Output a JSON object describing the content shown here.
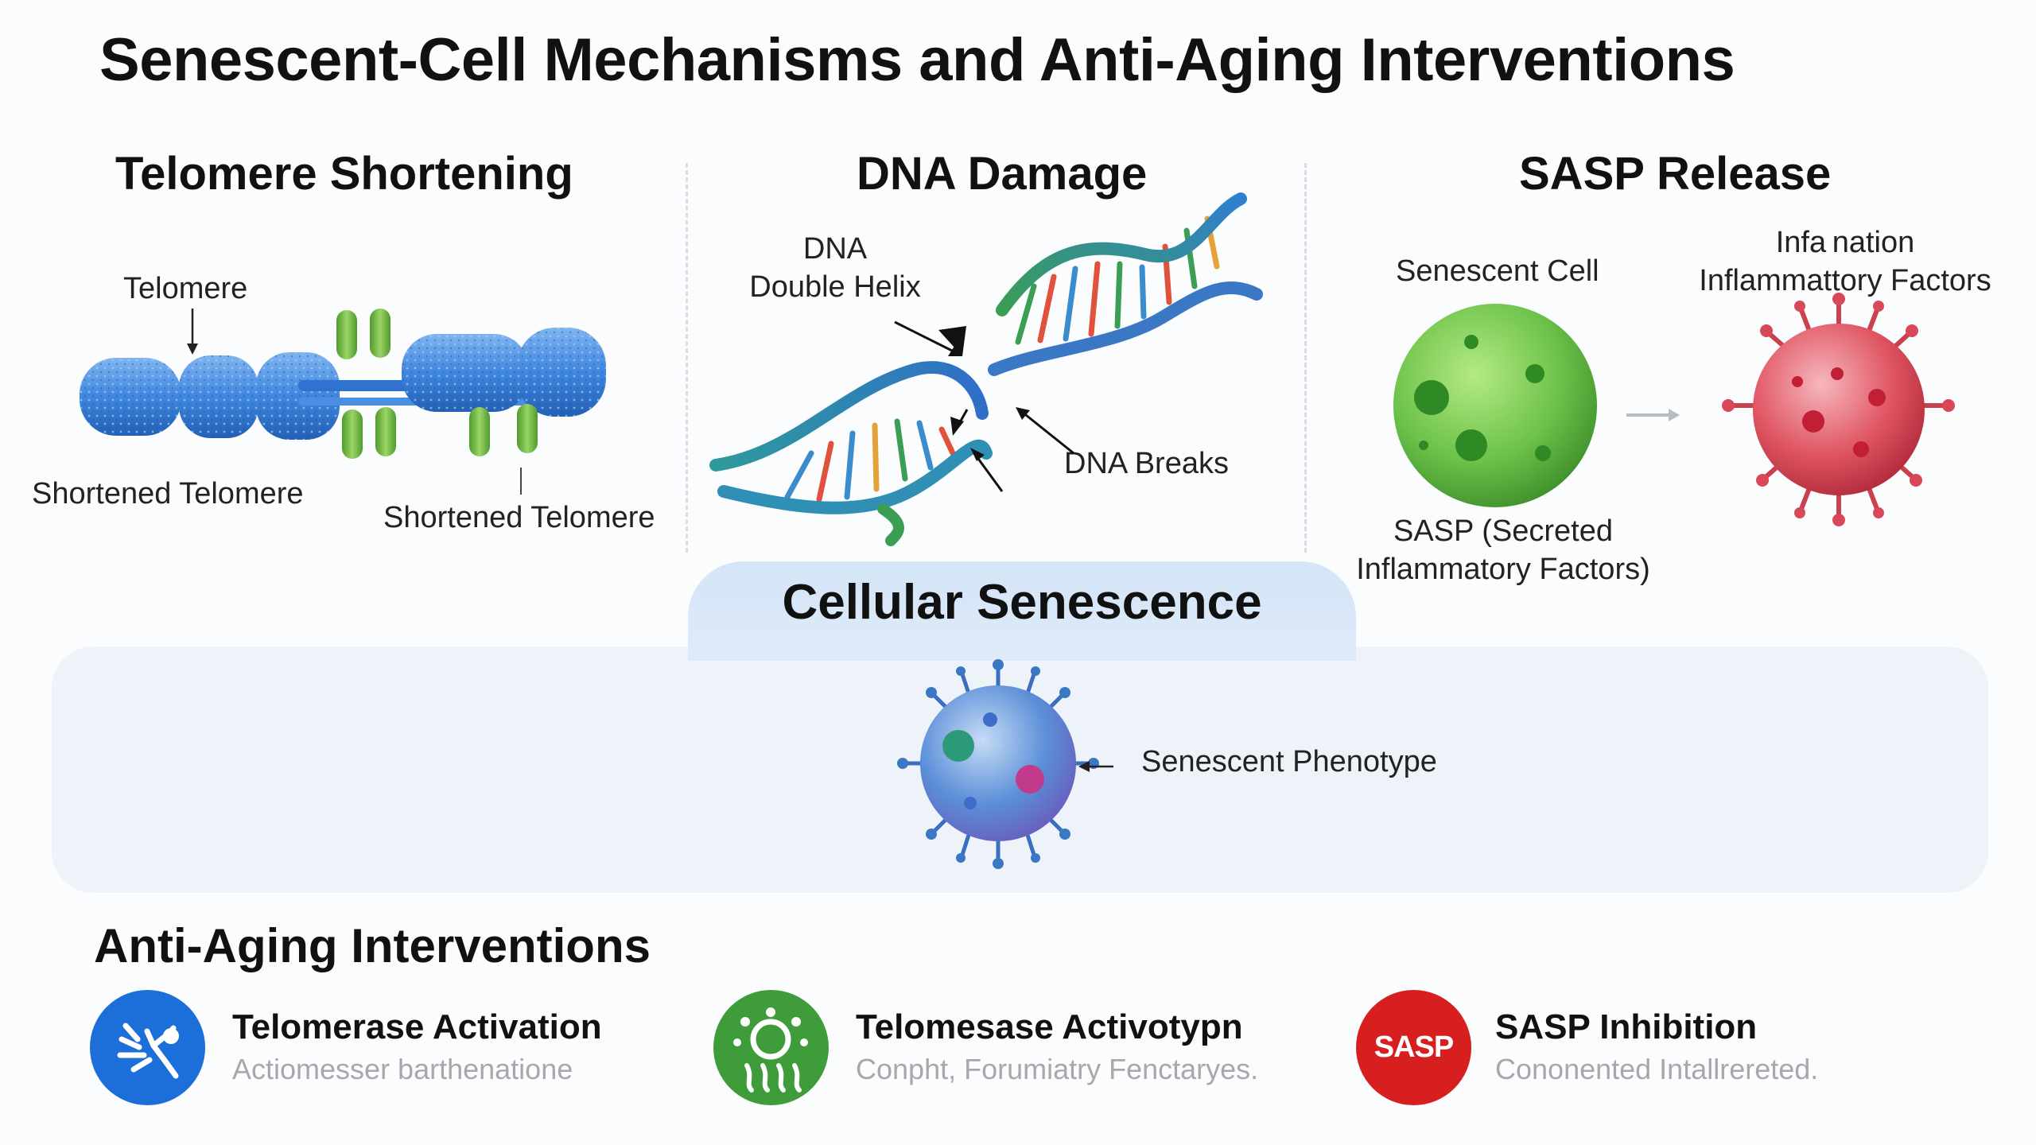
{
  "title": "Senescent-Cell Mechanisms and Anti-Aging Interventions",
  "sections": {
    "telomere": {
      "title": "Telomere Shortening",
      "label_telomere": "Telomere",
      "label_left": "Shortened Telomere",
      "label_right": "Shortened Telomere"
    },
    "dna": {
      "title": "DNA Damage",
      "label_helix_line1": "DNA",
      "label_helix_line2": "Double Helix",
      "label_breaks": "DNA Breaks"
    },
    "sasp": {
      "title": "SASP Release",
      "label_cell": "Senescent Cell",
      "label_factors_line1": "Infa nation",
      "label_factors_line2": "Inflammattory Factors",
      "label_sasp_line1": "SASP (Secreted",
      "label_sasp_line2": "Inflammatory Factors)"
    }
  },
  "senescence": {
    "title": "Cellular Senescence",
    "label_phenotype": "Senescent Phenotype"
  },
  "interventions": {
    "title": "Anti-Aging Interventions",
    "items": [
      {
        "label": "Telomerase Activation",
        "sub": "Actiomesser barthenatione",
        "color": "#1c6fd8",
        "icon": "enzyme-icon"
      },
      {
        "label": "Telomesase Activotypn",
        "sub": "Conpht, Forumiatry Fenctaryes.",
        "color": "#3f9c3a",
        "icon": "cell-clearance-icon"
      },
      {
        "label": "SASP Inhibition",
        "sub": "Cononented Intallrereted.",
        "color": "#d81f1f",
        "icon": "sasp-badge-icon",
        "badge_text": "SASP"
      }
    ]
  },
  "colors": {
    "telomere_blue": "#3f86df",
    "cap_green": "#6cb442",
    "senescent_green": "#6cc24a",
    "inflammatory_red": "#df5462",
    "phenotype_blue": "#5b8fd8"
  }
}
